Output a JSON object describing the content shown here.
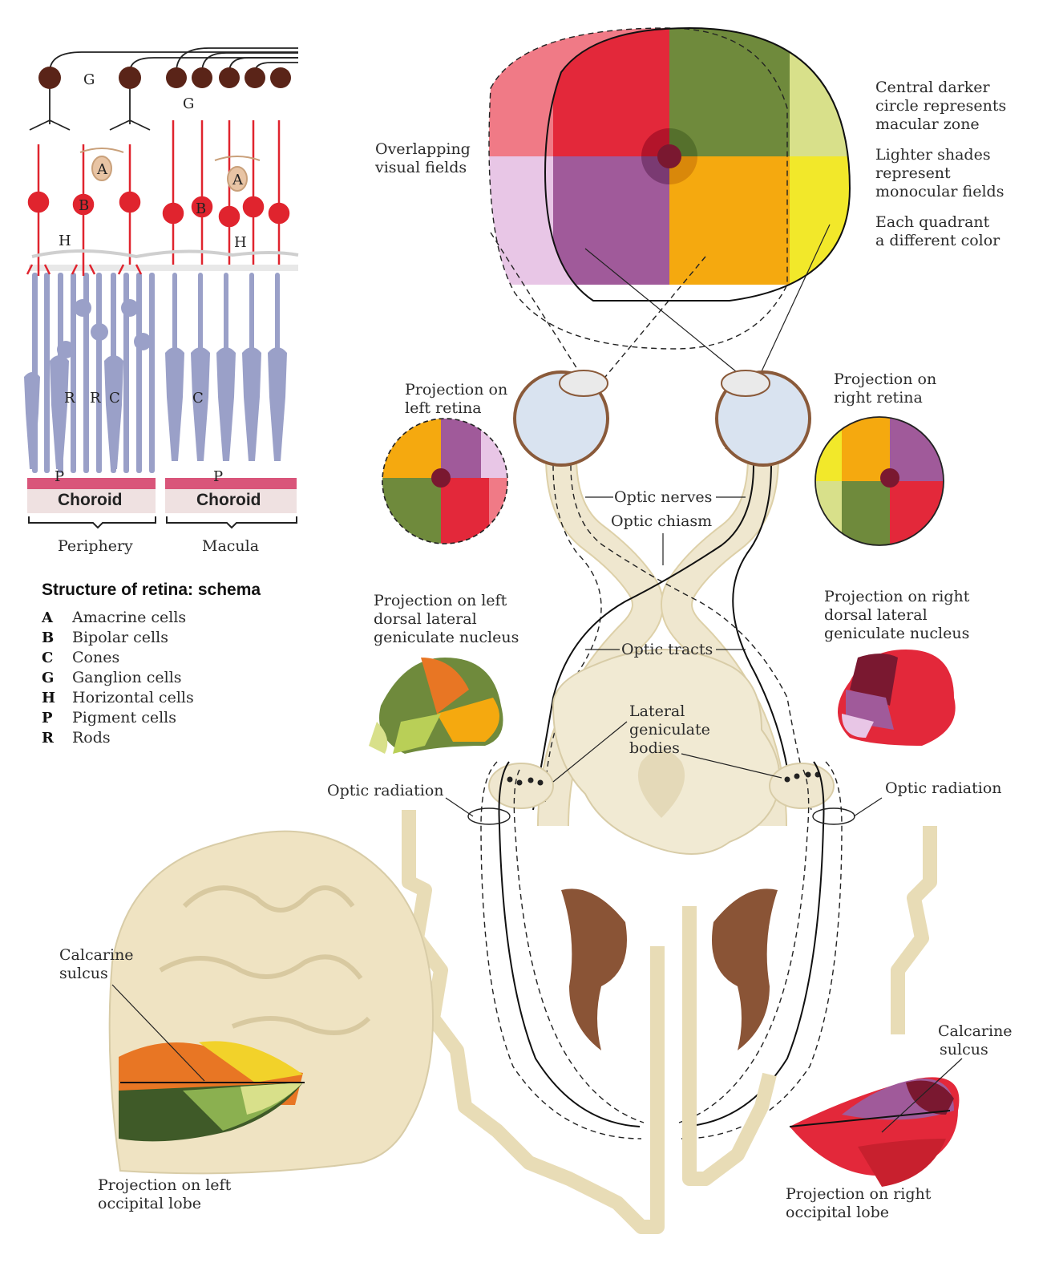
{
  "retina": {
    "title": "Structure of retina: schema",
    "legend": [
      {
        "key": "A",
        "label": "Amacrine cells"
      },
      {
        "key": "B",
        "label": "Bipolar cells"
      },
      {
        "key": "C",
        "label": "Cones"
      },
      {
        "key": "G",
        "label": "Ganglion cells"
      },
      {
        "key": "H",
        "label": "Horizontal cells"
      },
      {
        "key": "P",
        "label": "Pigment cells"
      },
      {
        "key": "R",
        "label": "Rods"
      }
    ],
    "choroid_label": "Choroid",
    "periphery_label": "Periphery",
    "macula_label": "Macula",
    "cell_letters": {
      "G": "G",
      "A": "A",
      "B": "B",
      "H": "H",
      "R": "R",
      "C": "C",
      "P": "P"
    }
  },
  "labels": {
    "overlapping_line1": "Overlapping",
    "overlapping_line2": "visual fields",
    "central_line1": "Central darker",
    "central_line2": "circle represents",
    "central_line3": "macular zone",
    "lighter_line1": "Lighter shades",
    "lighter_line2": "represent",
    "lighter_line3": "monocular fields",
    "quadrant_line1": "Each quadrant",
    "quadrant_line2": "a different color",
    "proj_left_retina_1": "Projection on",
    "proj_left_retina_2": "left retina",
    "proj_right_retina_1": "Projection on",
    "proj_right_retina_2": "right retina",
    "optic_nerves": "Optic nerves",
    "optic_chiasm": "Optic chiasm",
    "optic_tracts": "Optic tracts",
    "proj_left_lgn_1": "Projection on left",
    "proj_left_lgn_2": "dorsal lateral",
    "proj_left_lgn_3": "geniculate nucleus",
    "proj_right_lgn_1": "Projection on right",
    "proj_right_lgn_2": "dorsal lateral",
    "proj_right_lgn_3": "geniculate nucleus",
    "lgb_1": "Lateral",
    "lgb_2": "geniculate",
    "lgb_3": "bodies",
    "optic_radiation_left": "Optic radiation",
    "optic_radiation_right": "Optic radiation",
    "calcarine_left_1": "Calcarine",
    "calcarine_left_2": "sulcus",
    "calcarine_right_1": "Calcarine",
    "calcarine_right_2": "sulcus",
    "proj_left_occ_1": "Projection on left",
    "proj_left_occ_2": "occipital lobe",
    "proj_right_occ_1": "Projection on right",
    "proj_right_occ_2": "occipital lobe"
  },
  "colors": {
    "red": "#e3283a",
    "light_red": "#f07a86",
    "green": "#6f8a3c",
    "light_green": "#d8e08a",
    "purple": "#a05a9a",
    "light_purple": "#e8c6e6",
    "orange": "#f5a90f",
    "yellow": "#f2e82a",
    "macula_dark": "#7a1830",
    "tissue": "#efe7cf",
    "retina_cell": "#9aa0c8",
    "bipolar": "#e0242e",
    "ganglion": "#5a2418",
    "choroid": "#d9557a"
  }
}
